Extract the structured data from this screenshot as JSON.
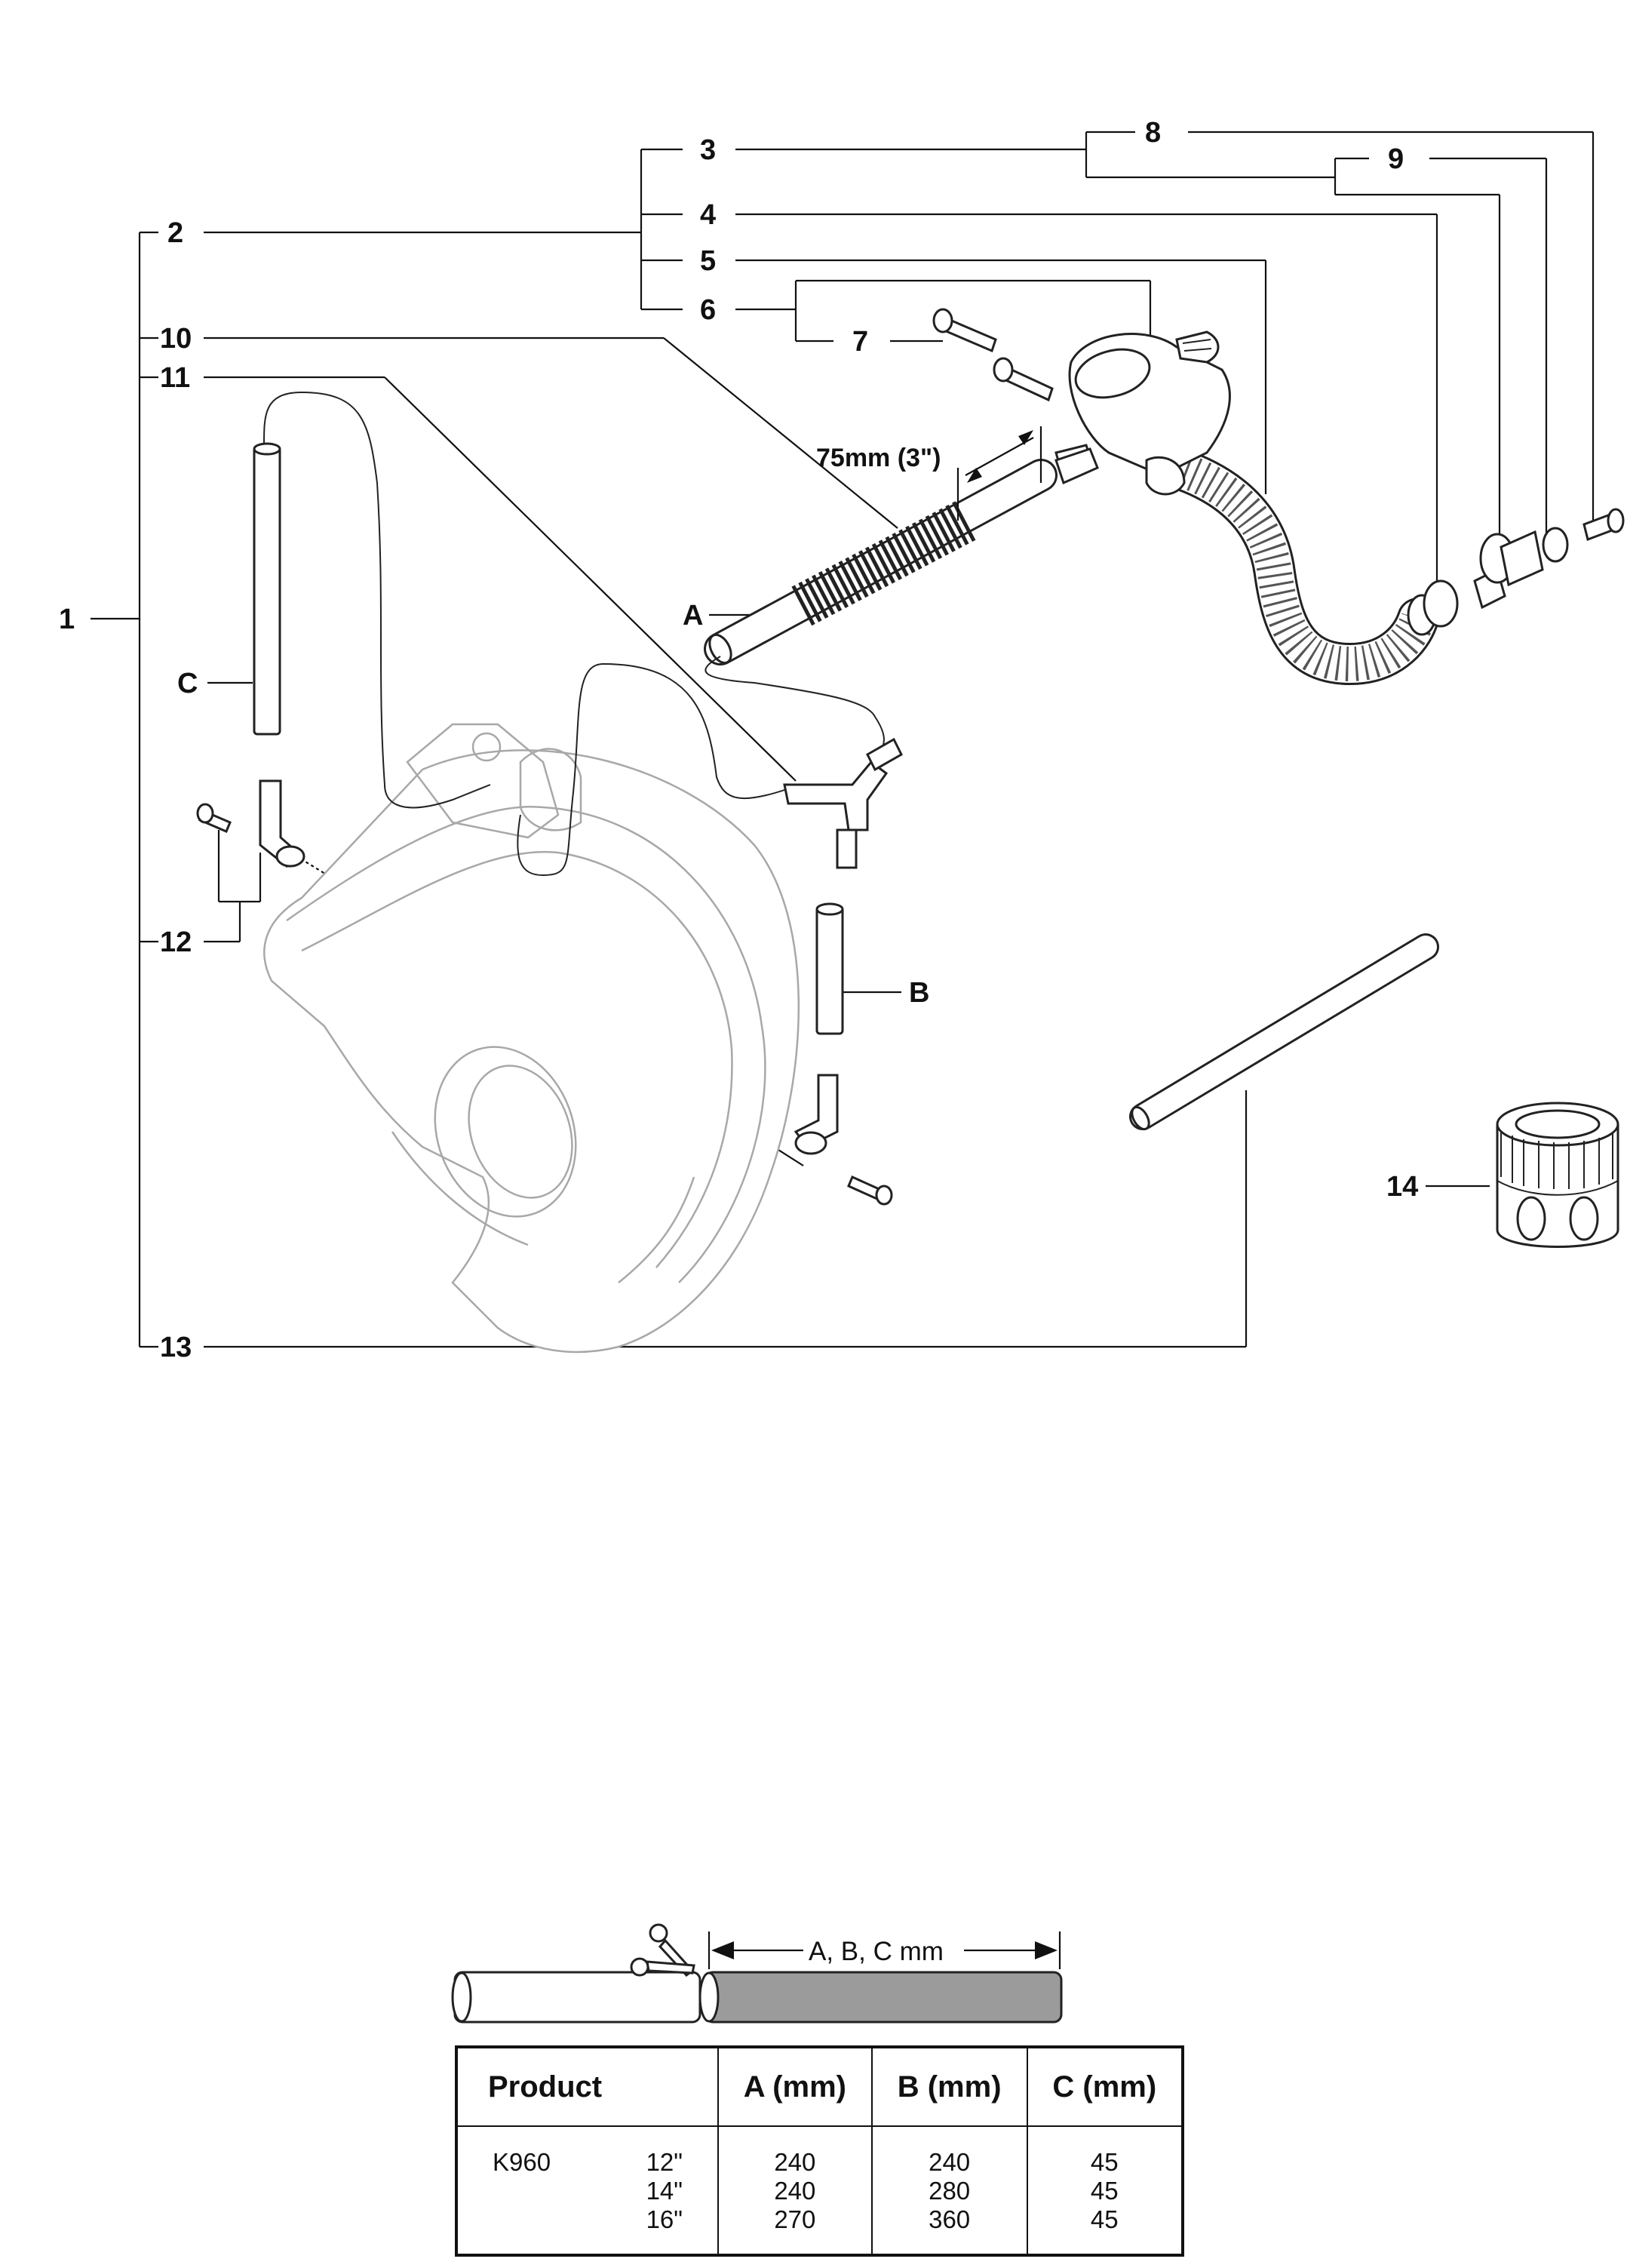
{
  "callouts": [
    "1",
    "2",
    "3",
    "4",
    "5",
    "6",
    "7",
    "8",
    "9",
    "10",
    "11",
    "12",
    "13",
    "14"
  ],
  "tube_labels": {
    "a": "A",
    "b": "B",
    "c": "C"
  },
  "dimension_label": "75mm (3\")",
  "cut_label": "A, B, C mm",
  "table": {
    "headers": {
      "product": "Product",
      "a": "A (mm)",
      "b": "B (mm)",
      "c": "C (mm)"
    },
    "model": "K960",
    "rows": [
      {
        "size": "12\"",
        "a": "240",
        "b": "240",
        "c": "45"
      },
      {
        "size": "14\"",
        "a": "240",
        "b": "280",
        "c": "45"
      },
      {
        "size": "16\"",
        "a": "270",
        "b": "360",
        "c": "45"
      }
    ]
  }
}
